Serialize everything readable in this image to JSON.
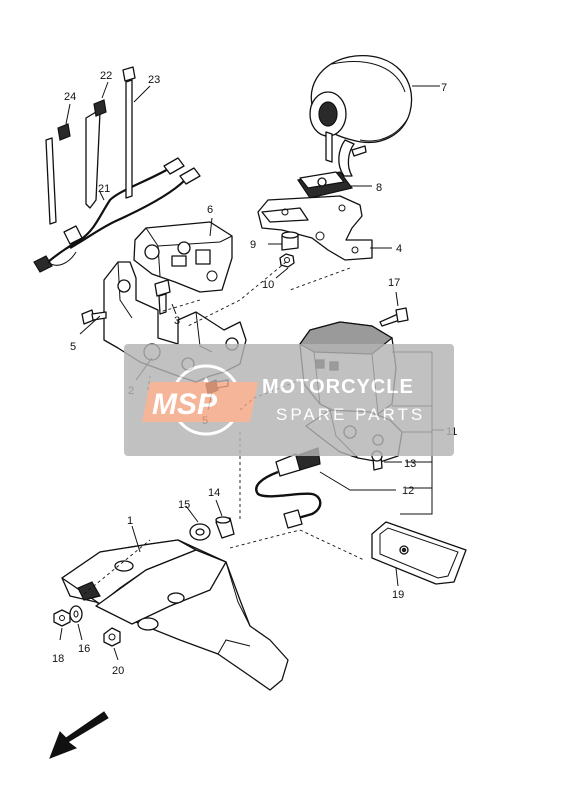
{
  "labels": {
    "p1": "1",
    "p2": "2",
    "p3": "3",
    "p4": "4",
    "p5a": "5",
    "p5b": "5",
    "p6": "6",
    "p7": "7",
    "p8": "8",
    "p9": "9",
    "p10": "10",
    "p11": "11",
    "p12": "12",
    "p13": "13",
    "p14": "14",
    "p15": "15",
    "p16": "16",
    "p17": "17",
    "p18": "18",
    "p19": "19",
    "p20": "20",
    "p21": "21",
    "p22": "22",
    "p23": "23",
    "p24": "24"
  },
  "watermark": {
    "logo": "MSP",
    "line1": "MOTORCYCLE",
    "line2": "SPARE PARTS",
    "logo_color": "#f4a582",
    "band_color": "#b4b4b4"
  },
  "icons": {
    "direction": "front-direction-arrow-icon"
  }
}
